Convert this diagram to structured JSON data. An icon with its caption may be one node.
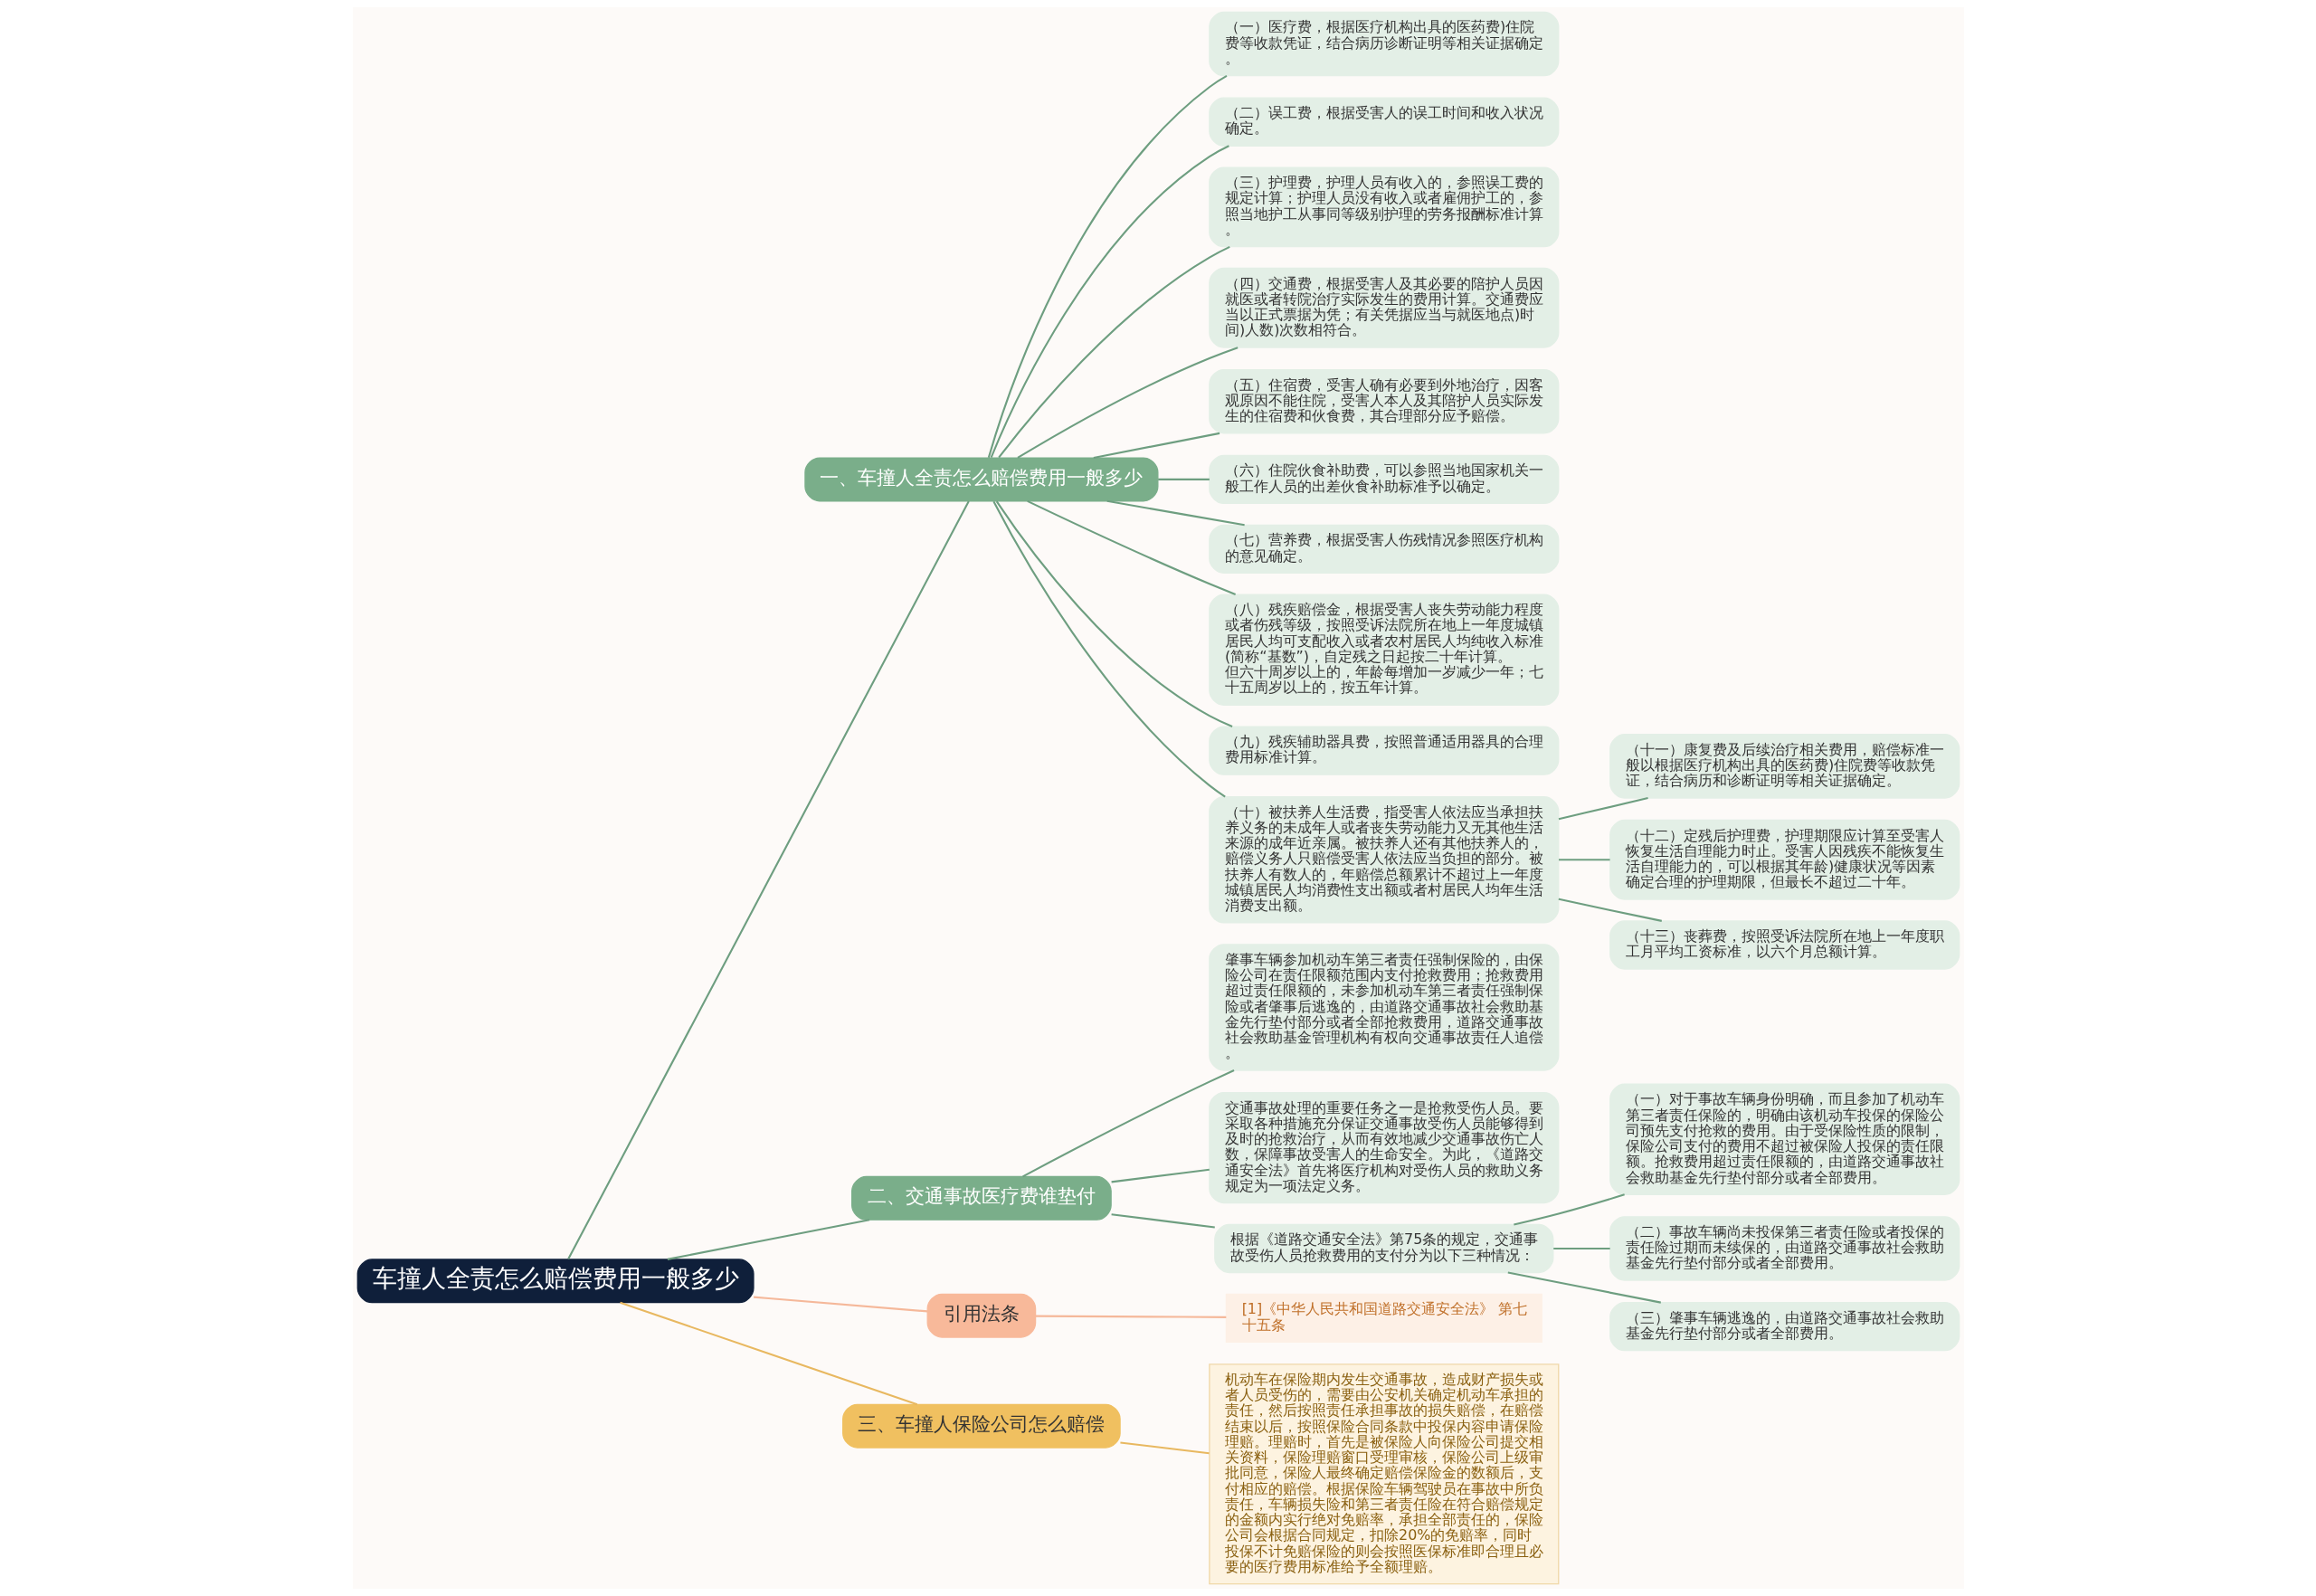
{
  "diagram": {
    "nodes": [
      {
        "text": [
          "车撞人全责怎么赔偿费用一般多少"
        ]
      },
      {
        "text": [
          "一、车撞人全责怎么赔偿费用一般多少"
        ]
      },
      {
        "text": [
          "（一）医疗费，根据医疗机构出具的医药费)住院费等收款凭证，结合病历诊断证明等相关证据确定。"
        ]
      },
      {
        "text": [
          "（二）误工费，根据受害人的误工时间和收入状况确定。"
        ]
      },
      {
        "text": [
          "（三）护理费，护理人员有收入的，参照误工费的规定计算；护理人员没有收入或者雇佣护工的，参照当地护工从事同等级别护理的劳务报酬标准计算。"
        ]
      },
      {
        "text": [
          "（四）交通费，根据受害人及其必要的陪护人员因就医或者转院治疗实际发生的费用计算。交通费应当以正式票据为凭；有关凭据应当与就医地点)时间)人数)次数相符合。"
        ]
      },
      {
        "text": [
          "（五）住宿费，受害人确有必要到外地治疗，因客观原因不能住院，受害人本人及其陪护人员实际发生的住宿费和伙食费，其合理部分应予赔偿。"
        ]
      },
      {
        "text": [
          "（六）住院伙食补助费，可以参照当地国家机关一般工作人员的出差伙食补助标准予以确定。"
        ]
      },
      {
        "text": [
          "（七）营养费，根据受害人伤残情况参照医疗机构的意见确定。"
        ]
      },
      {
        "text": [
          "（八）残疾赔偿金，根据受害人丧失劳动能力程度或者伤残等级，按照受诉法院所在地上一年度城镇居民人均可支配收入或者农村居民人均纯收入标准(简称“基数”)，自定残之日起按二十年计算。但六十周岁以上的，年龄每增加一岁减少一年；七十五周岁以上的，按五年计算。"
        ]
      },
      {
        "text": [
          "（九）残疾辅助器具费，按照普通适用器具的合理费用标准计算。"
        ]
      },
      {
        "text": [
          "（十）被扶养人生活费，指受害人依法应当承担扶养义务的未成年人或者丧失劳动能力又无其他生活来源的成年近亲属。被扶养人还有其他扶养人的，赔偿义务人只赔偿受害人依法应当负担的部分。被扶养人有数人的，年赔偿总额累计不超过上一年度城镇居民人均消费性支出额或者村居民人均年生活消费支出额。"
        ]
      },
      {
        "text": [
          "（十一）康复费及后续治疗相关费用，赔偿标准一般以根据医疗机构出具的医药费)住院费等收款凭证，结合病历和诊断证明等相关证据确定。"
        ]
      },
      {
        "text": [
          "（十二）定残后护理费，护理期限应计算至受害人恢复生活自理能力时止。受害人因残疾不能恢复生活自理能力的，可以根据其年龄)健康状况等因素确定合理的护理期限，但最长不超过二十年。"
        ]
      },
      {
        "text": [
          "（十三）丧葬费，按照受诉法院所在地上一年度职工月平均工资标准，以六个月总额计算。"
        ]
      },
      {
        "text": [
          "二、交通事故医疗费谁垫付"
        ]
      },
      {
        "text": [
          "肇事车辆参加机动车第三者责任强制保险的，由保险公司在责任限额范围内支付抢救费用；抢救费用超过责任限额的，未参加机动车第三者责任强制保险或者肇事后逃逸的，由道路交通事故社会救助基金先行垫付部分或者全部抢救费用，道路交通事故社会救助基金管理机构有权向交通事故责任人追偿。"
        ]
      },
      {
        "text": [
          "交通事故处理的重要任务之一是抢救受伤人员。要采取各种措施充分保证交通事故受伤人员能够得到及时的抢救治疗，从而有效地减少交通事故伤亡人数，保障事故受害人的生命安全。为此，《道路交通安全法》首先将医疗机构对受伤人员的救助义务规定为一项法定义务。"
        ]
      },
      {
        "text": [
          "根据《道路交通安全法》第75条的规定，交通事故受伤人员抢救费用的支付分为以下三种情况："
        ]
      },
      {
        "text": [
          "（一）对于事故车辆身份明确，而且参加了机动车第三者责任保险的，明确由该机动车投保的保险公司预先支付抢救的费用。由于受保险性质的限制，保险公司支付的费用不超过被保险人投保的责任限额。抢救费用超过责任限额的，由道路交通事故社会救助基金先行垫付部分或者全部费用。"
        ]
      },
      {
        "text": [
          "（二）事故车辆尚未投保第三者责任险或者投保的责任险过期而未续保的，由道路交通事故社会救助基金先行垫付部分或者全部费用。"
        ]
      },
      {
        "text": [
          "（三）肇事车辆逃逸的，由道路交通事故社会救助基金先行垫付部分或者全部费用。"
        ]
      },
      {
        "text": [
          "引用法条"
        ]
      },
      {
        "text": [
          "[1]《中华人民共和国道路交通安全法》 第七十五条"
        ]
      },
      {
        "text": [
          "三、车撞人保险公司怎么赔偿"
        ]
      },
      {
        "text": [
          "机动车在保险期内发生交通事故，造成财产损失或者人员受伤的，需要由公安机关确定机动车承担的责任，然后按照责任承担事故的损失赔偿，在赔偿结束以后，按照保险合同条款中投保内容申请保险理赔。理赔时，首先是被保险人向保险公司提交相关资料，保险理赔窗口受理审核，保险公司上级审批同意，保险人最终确定赔偿保险金的数额后，支付相应的赔偿。根据保险车辆驾驶员在事故中所负责任，车辆损失险和第三者责任险在符合赔偿规定的金额内实行绝对免赔率，承担全部责任的，保险公司会根据合同规定，扣除20%的免赔率，同时投保不计免赔保险的则会按照医保标准即合理且必要的医疗费用标准给予全额理赔。"
        ]
      }
    ],
    "edges": [
      {
        "from": 0,
        "to": 1,
        "arrow": "none"
      },
      {
        "from": 1,
        "to": 2,
        "arrow": "none"
      },
      {
        "from": 1,
        "to": 3,
        "arrow": "none"
      },
      {
        "from": 1,
        "to": 4,
        "arrow": "none"
      },
      {
        "from": 1,
        "to": 5,
        "arrow": "none"
      },
      {
        "from": 1,
        "to": 6,
        "arrow": "none"
      },
      {
        "from": 1,
        "to": 7,
        "arrow": "none"
      },
      {
        "from": 1,
        "to": 8,
        "arrow": "none"
      },
      {
        "from": 1,
        "to": 9,
        "arrow": "none"
      },
      {
        "from": 1,
        "to": 10,
        "arrow": "none"
      },
      {
        "from": 1,
        "to": 11,
        "arrow": "none"
      },
      {
        "from": 11,
        "to": 12,
        "arrow": "none"
      },
      {
        "from": 11,
        "to": 13,
        "arrow": "none"
      },
      {
        "from": 11,
        "to": 14,
        "arrow": "none"
      },
      {
        "from": 0,
        "to": 15,
        "arrow": "none"
      },
      {
        "from": 15,
        "to": 16,
        "arrow": "none"
      },
      {
        "from": 15,
        "to": 17,
        "arrow": "none"
      },
      {
        "from": 15,
        "to": 18,
        "arrow": "none"
      },
      {
        "from": 18,
        "to": 19,
        "arrow": "none"
      },
      {
        "from": 18,
        "to": 20,
        "arrow": "none"
      },
      {
        "from": 18,
        "to": 21,
        "arrow": "none"
      },
      {
        "from": 0,
        "to": 22,
        "arrow": "none",
        "color": "#f5b89a"
      },
      {
        "from": 22,
        "to": 23,
        "arrow": "none",
        "color": "#f5b89a"
      },
      {
        "from": 0,
        "to": 24,
        "arrow": "none",
        "color": "#e8b860"
      },
      {
        "from": 24,
        "to": 25,
        "arrow": "none",
        "color": "#e8b860"
      }
    ]
  }
}
